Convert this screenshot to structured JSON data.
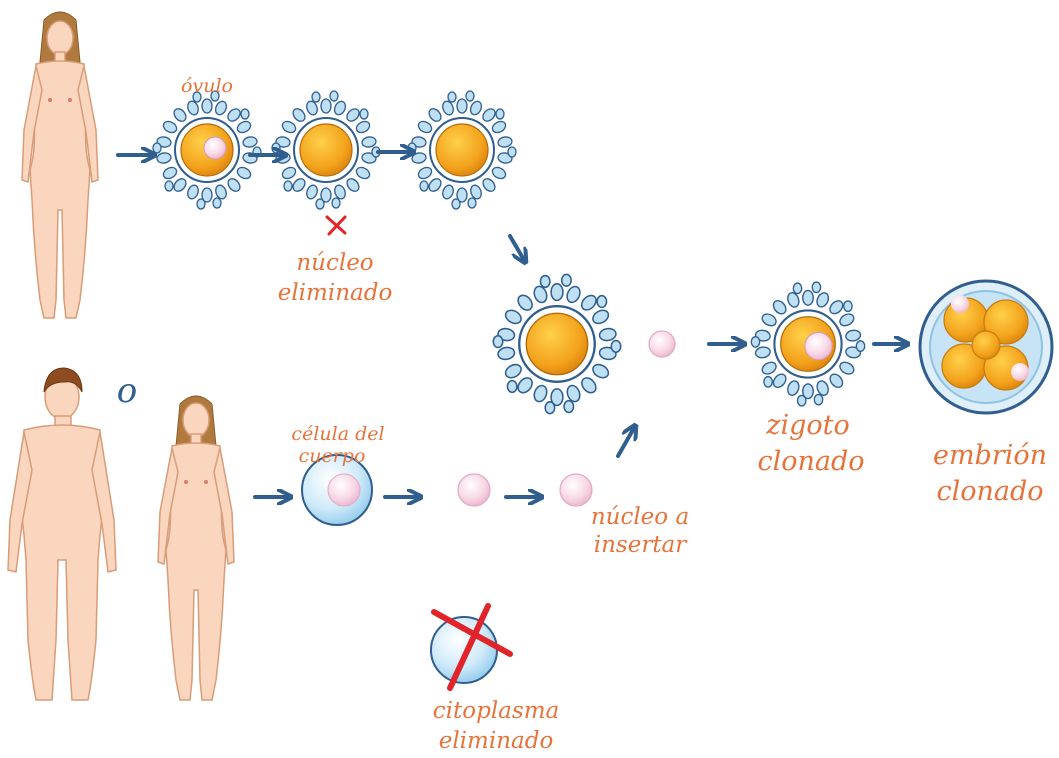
{
  "labels": {
    "ovulo": "óvulo",
    "nucleo_eliminado_1": "núcleo",
    "nucleo_eliminado_2": "eliminado",
    "o_connector": "o",
    "celula_1": "célula del",
    "celula_2": "cuerpo",
    "nucleo_insertar_1": "núcleo a",
    "nucleo_insertar_2": "insertar",
    "citoplasma_1": "citoplasma",
    "citoplasma_2": "eliminado",
    "zigoto_1": "zigoto",
    "zigoto_2": "clonado",
    "embrion_1": "embrión",
    "embrion_2": "clonado"
  },
  "colors": {
    "arrow": "#2f5e8f",
    "label": "#e8733a",
    "cross": "#e0242a",
    "egg_yolk": "#f3a21c",
    "cell_blue": "#bfe3f7",
    "nucleus_pink": "#f6cfe0"
  }
}
